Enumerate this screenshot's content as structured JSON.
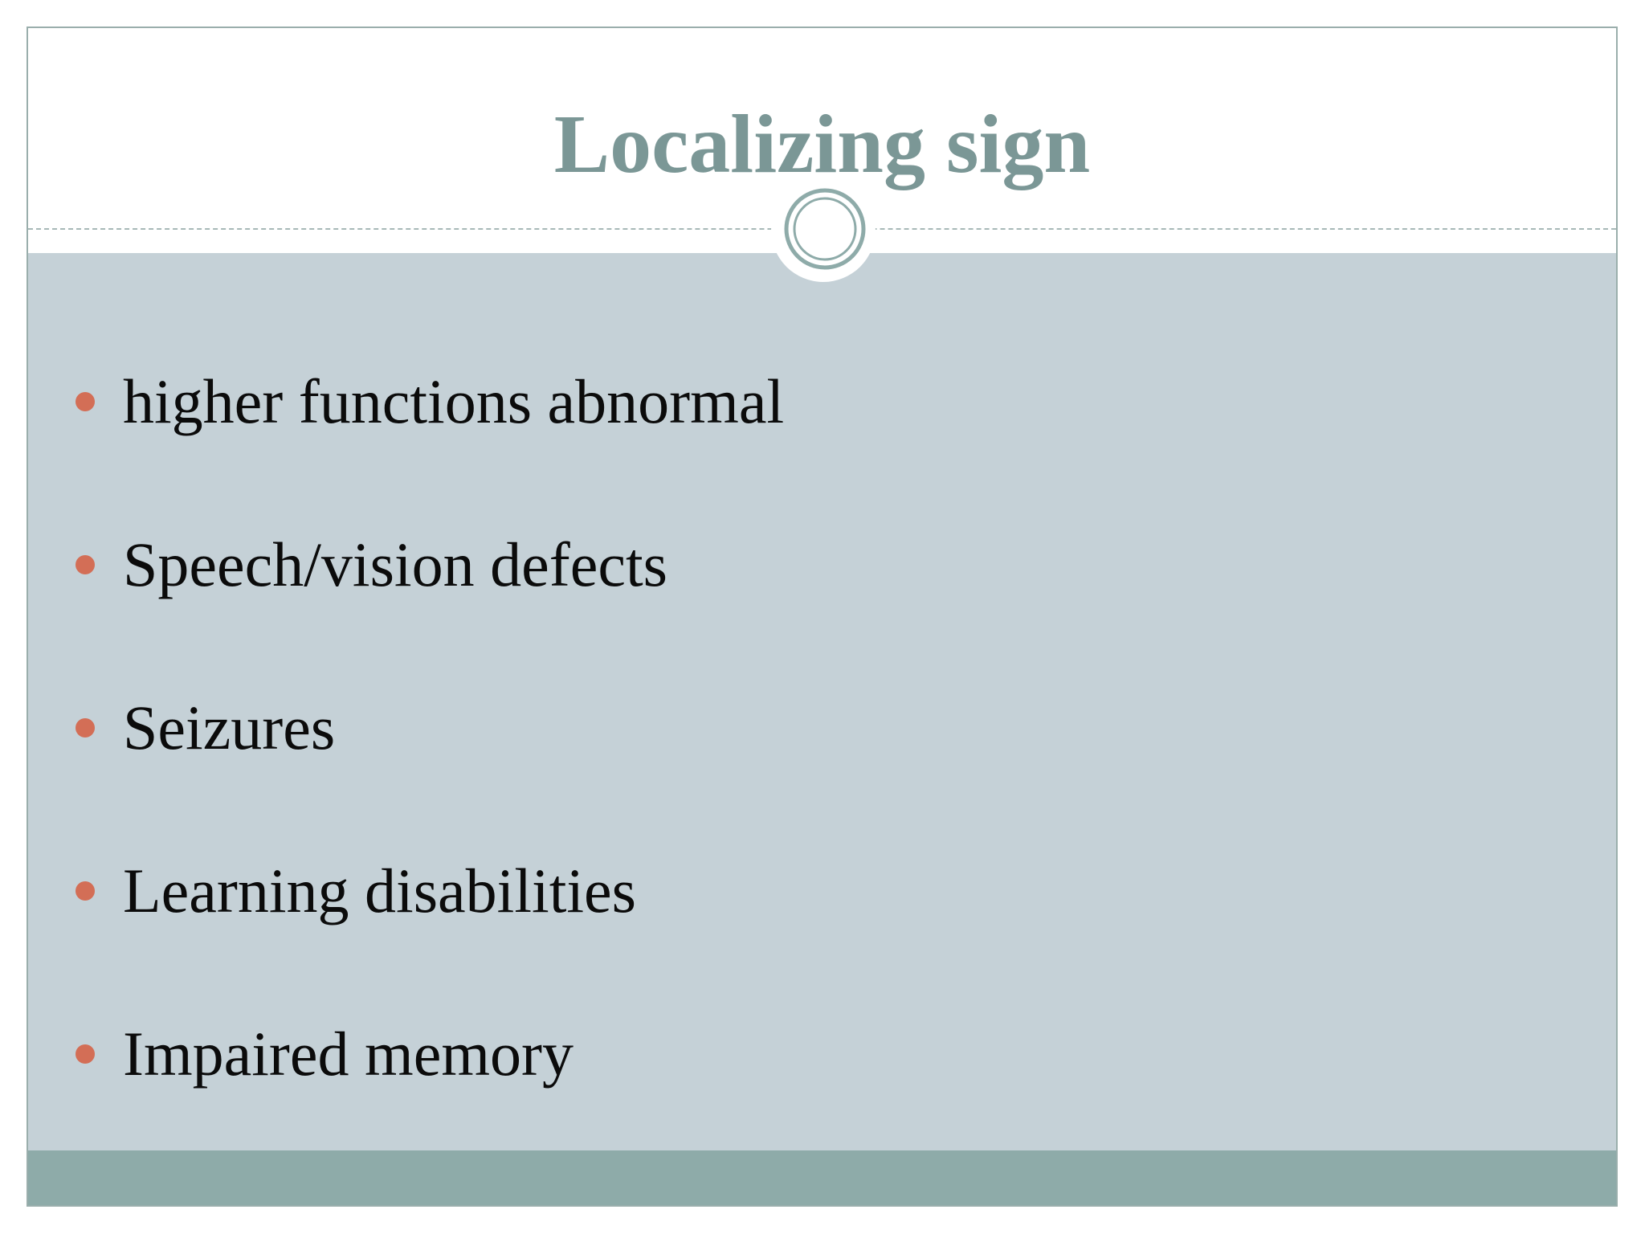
{
  "slide": {
    "title": "Localizing sign",
    "bullets": [
      "higher functions abnormal",
      "Speech/vision defects",
      "Seizures",
      "Learning disabilities",
      "Impaired memory"
    ]
  },
  "colors": {
    "title": "#7b9796",
    "content_background": "#c5d1d7",
    "footer_band": "#8eaba9",
    "bullet_dot": "#d36e56",
    "body_text": "#0b0b0b"
  }
}
